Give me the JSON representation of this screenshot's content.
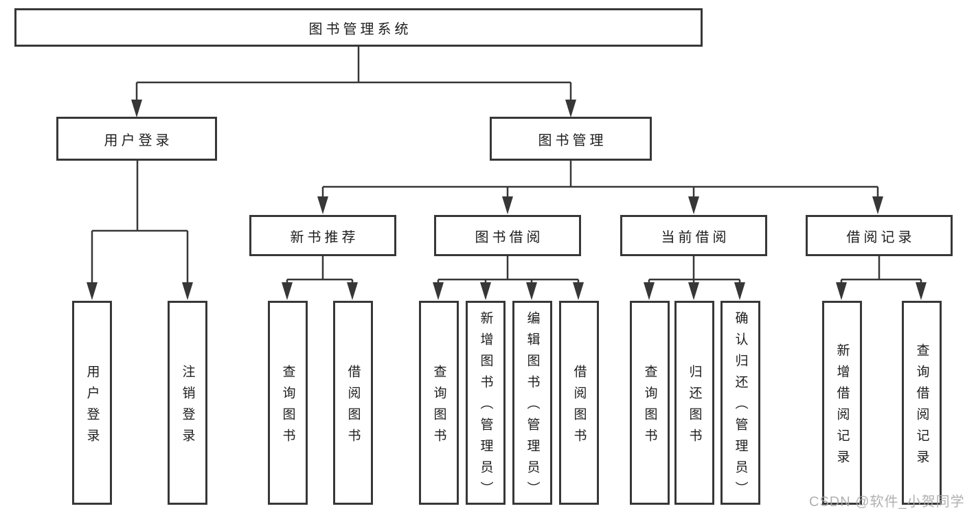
{
  "diagram": {
    "root": {
      "label": "图书管理系统",
      "children": [
        {
          "label": "用户登录",
          "children": [
            {
              "label": "用户登录"
            },
            {
              "label": "注销登录"
            }
          ]
        },
        {
          "label": "图书管理",
          "children": [
            {
              "label": "新书推荐",
              "children": [
                {
                  "label": "查询图书"
                },
                {
                  "label": "借阅图书"
                }
              ]
            },
            {
              "label": "图书借阅",
              "children": [
                {
                  "label": "查询图书"
                },
                {
                  "label": "新增图书（管理员）"
                },
                {
                  "label": "编辑图书（管理员）"
                },
                {
                  "label": "借阅图书"
                }
              ]
            },
            {
              "label": "当前借阅",
              "children": [
                {
                  "label": "查询图书"
                },
                {
                  "label": "归还图书"
                },
                {
                  "label": "确认归还（管理员）"
                }
              ]
            },
            {
              "label": "借阅记录",
              "children": [
                {
                  "label": "新增借阅记录"
                },
                {
                  "label": "查询借阅记录"
                }
              ]
            }
          ]
        }
      ]
    }
  },
  "watermark": {
    "text": "CSDN @软件_小贺同学"
  },
  "colors": {
    "line": "#373737",
    "text": "#1d1d1d",
    "watermark_text": "#a8a8a8",
    "background": "#ffffff"
  }
}
